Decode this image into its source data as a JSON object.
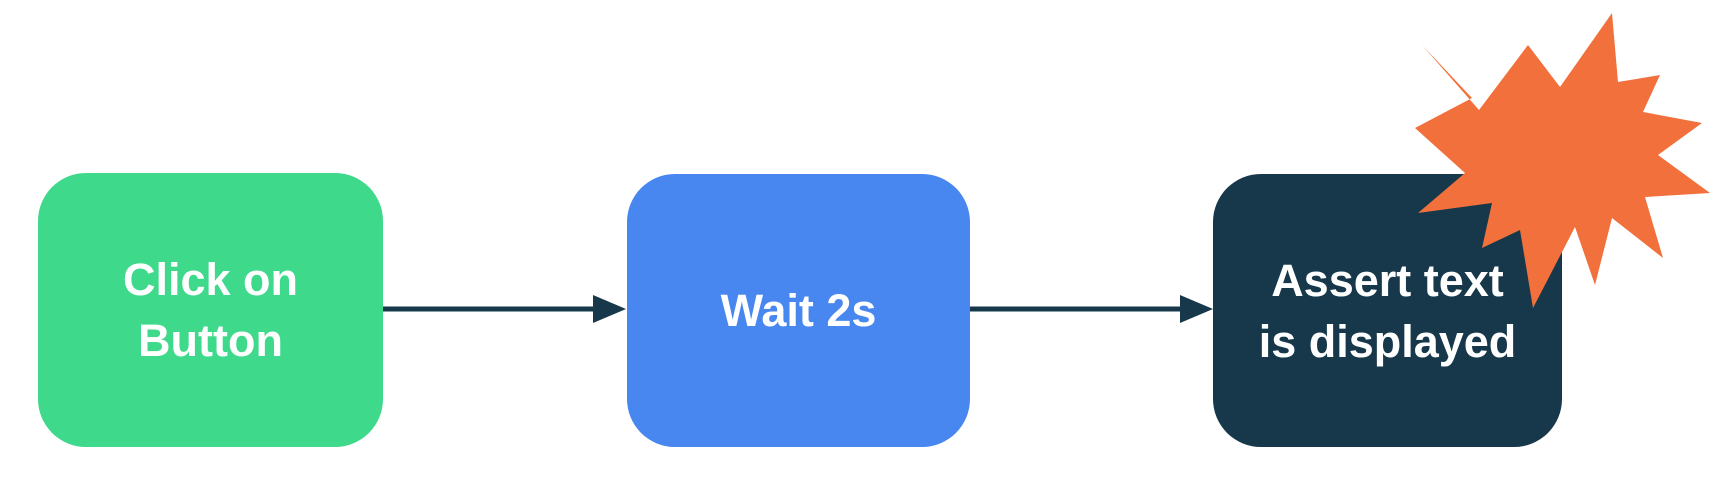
{
  "colors": {
    "green": "#3ED98B",
    "blue": "#4886F0",
    "navy": "#16384A",
    "orange": "#F2703B",
    "label_text": "#FFFFFF",
    "background": "#FFFFFF"
  },
  "flow": {
    "nodes": [
      {
        "id": "step-1",
        "label": "Click on Button",
        "color": "green"
      },
      {
        "id": "step-2",
        "label": "Wait 2s",
        "color": "blue"
      },
      {
        "id": "step-3",
        "label": "Assert text is displayed",
        "color": "navy",
        "decoration": "explosion-burst"
      }
    ],
    "edges": [
      {
        "from": "step-1",
        "to": "step-2",
        "style": "solid-arrow"
      },
      {
        "from": "step-2",
        "to": "step-3",
        "style": "solid-arrow"
      }
    ]
  }
}
